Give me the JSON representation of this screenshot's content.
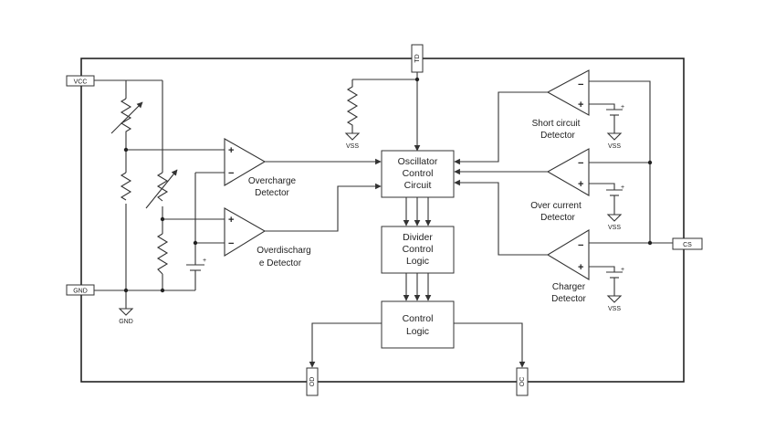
{
  "pins": {
    "vcc": "VCC",
    "gnd": "GND",
    "td": "TD",
    "cs": "CS",
    "od": "OD",
    "oc": "OC"
  },
  "ground_labels": {
    "gnd": "GND",
    "vss": "VSS"
  },
  "blocks": {
    "oscillator": [
      "Oscillator",
      "Control",
      "Circuit"
    ],
    "divider": [
      "Divider",
      "Control",
      "Logic"
    ],
    "control": [
      "Control",
      "Logic"
    ]
  },
  "detectors": {
    "overcharge": [
      "Overcharge",
      "Detector"
    ],
    "overdischarge": [
      "Overdischarg",
      "e Detector"
    ],
    "short_circuit": [
      "Short circuit",
      "Detector"
    ],
    "over_current": [
      "Over current",
      "Detector"
    ],
    "charger": [
      "Charger",
      "Detector"
    ]
  },
  "signs": {
    "plus": "+",
    "minus": "−"
  }
}
